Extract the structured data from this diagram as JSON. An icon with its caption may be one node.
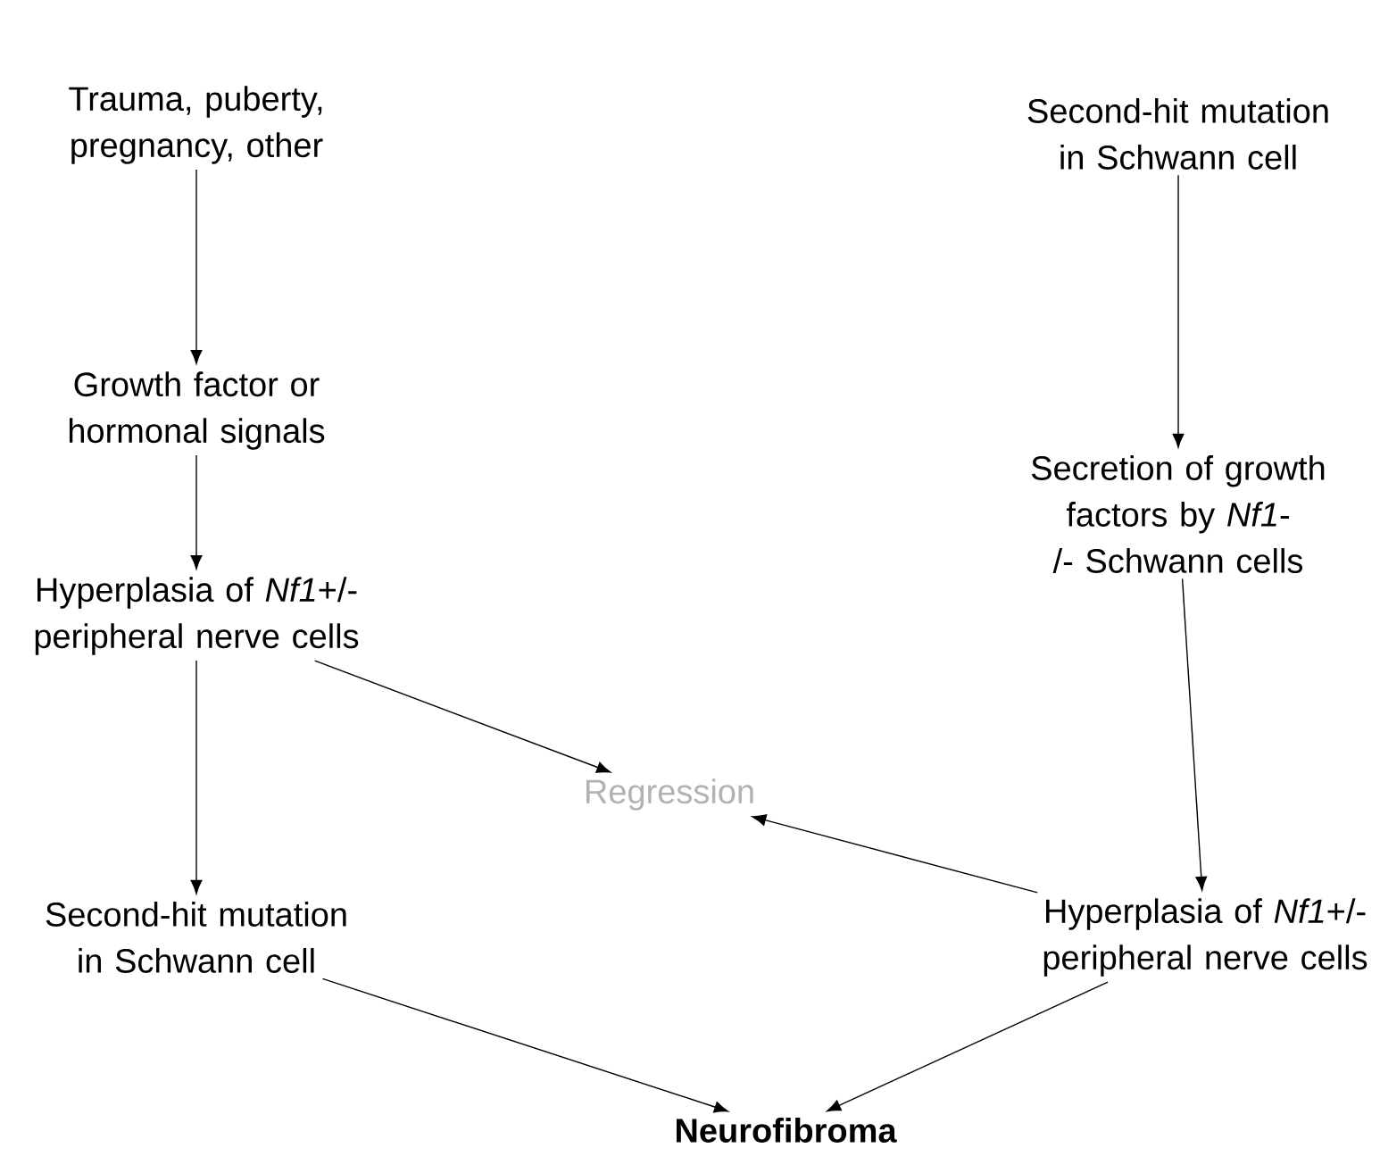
{
  "diagram": {
    "nodes": [
      {
        "text": [
          "Trauma, puberty, pregnancy, other"
        ]
      },
      {
        "text": [
          "Growth factor or hormonal signals"
        ]
      },
      {
        "text": [
          "Hyperplasia of *Nf1*+/- peripheral nerve cells"
        ]
      },
      {
        "text": [
          "Second-hit mutation in Schwann cell"
        ]
      },
      {
        "text": [
          "Second-hit mutation in Schwann cell"
        ]
      },
      {
        "text": [
          "Secretion of growth factors by *Nf1*-/- Schwann cells"
        ]
      },
      {
        "text": [
          "Hyperplasia of *Nf1*+/- peripheral nerve cells"
        ]
      },
      {
        "text": [
          "Regression"
        ]
      },
      {
        "text": [
          "Neurofibroma"
        ]
      }
    ],
    "edges": [
      {
        "from": 0,
        "to": 1,
        "arrow": "to"
      },
      {
        "from": 1,
        "to": 2,
        "arrow": "to"
      },
      {
        "from": 2,
        "to": 3,
        "arrow": "to"
      },
      {
        "from": 2,
        "to": 7,
        "arrow": "to"
      },
      {
        "from": 4,
        "to": 5,
        "arrow": "to"
      },
      {
        "from": 5,
        "to": 6,
        "arrow": "to"
      },
      {
        "from": 6,
        "to": 7,
        "arrow": "to"
      },
      {
        "from": 3,
        "to": 8,
        "arrow": "to"
      },
      {
        "from": 6,
        "to": 8,
        "arrow": "to"
      }
    ]
  }
}
